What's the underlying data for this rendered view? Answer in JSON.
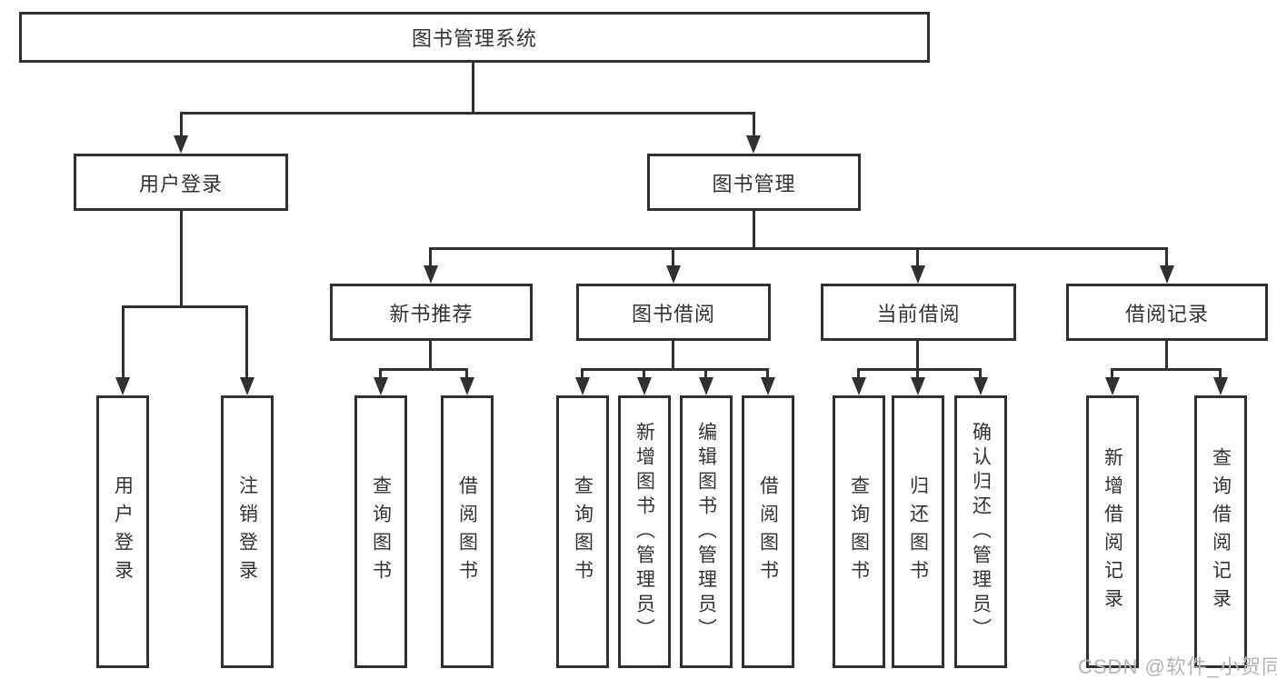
{
  "colors": {
    "line": "#303030",
    "text": "#333333",
    "watermark": "#b4b4b4",
    "background": "#ffffff"
  },
  "watermark": {
    "text": "CSDN @软件_小贺同学"
  },
  "tree": {
    "root": {
      "label": "图书管理系统"
    },
    "branches": [
      {
        "label": "用户登录",
        "children": [
          {
            "label": "用户登录"
          },
          {
            "label": "注销登录"
          }
        ]
      },
      {
        "label": "图书管理",
        "children": [
          {
            "label": "新书推荐",
            "children": [
              {
                "label": "查询图书"
              },
              {
                "label": "借阅图书"
              }
            ]
          },
          {
            "label": "图书借阅",
            "children": [
              {
                "label": "查询图书"
              },
              {
                "label": "新增图书（管理员）"
              },
              {
                "label": "编辑图书（管理员）"
              },
              {
                "label": "借阅图书"
              }
            ]
          },
          {
            "label": "当前借阅",
            "children": [
              {
                "label": "查询图书"
              },
              {
                "label": "归还图书"
              },
              {
                "label": "确认归还（管理员）"
              }
            ]
          },
          {
            "label": "借阅记录",
            "children": [
              {
                "label": "新增借阅记录"
              },
              {
                "label": "查询借阅记录"
              }
            ]
          }
        ]
      }
    ]
  }
}
